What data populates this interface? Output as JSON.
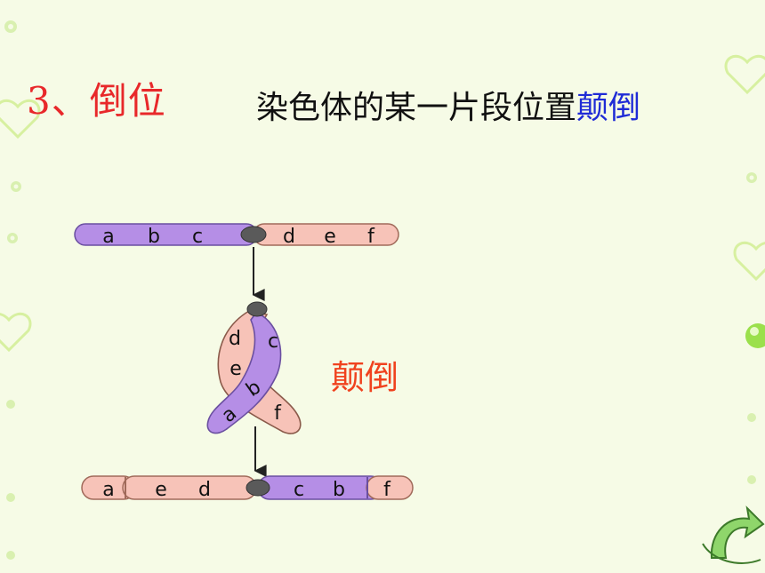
{
  "slide": {
    "title": "3、倒位",
    "definition_text": "染色体的某一片段位置",
    "definition_highlight": "颠倒",
    "side_label": "颠倒"
  },
  "diagram": {
    "top_chromosome": {
      "left_genes": [
        "a",
        "b",
        "c"
      ],
      "right_genes": [
        "d",
        "e",
        "f"
      ]
    },
    "twisted_chromosome": {
      "pink_genes": [
        "d",
        "e",
        "f"
      ],
      "purple_genes": [
        "c",
        "b",
        "a"
      ]
    },
    "bottom_chromosome": {
      "left_genes": [
        "a",
        "e",
        "d"
      ],
      "right_genes": [
        "c",
        "b",
        "f"
      ]
    }
  },
  "colors": {
    "purple_segment": "#b58ee6",
    "pink_segment": "#f7c3b8",
    "centromere": "#5a5a5a",
    "title": "#e8282a",
    "highlight": "#1f2bd6",
    "side_label": "#f0421e",
    "background": "#f6fbe6"
  },
  "icons": {
    "decoration": "heart-outline-icon",
    "navigation": "curved-return-arrow-icon"
  }
}
